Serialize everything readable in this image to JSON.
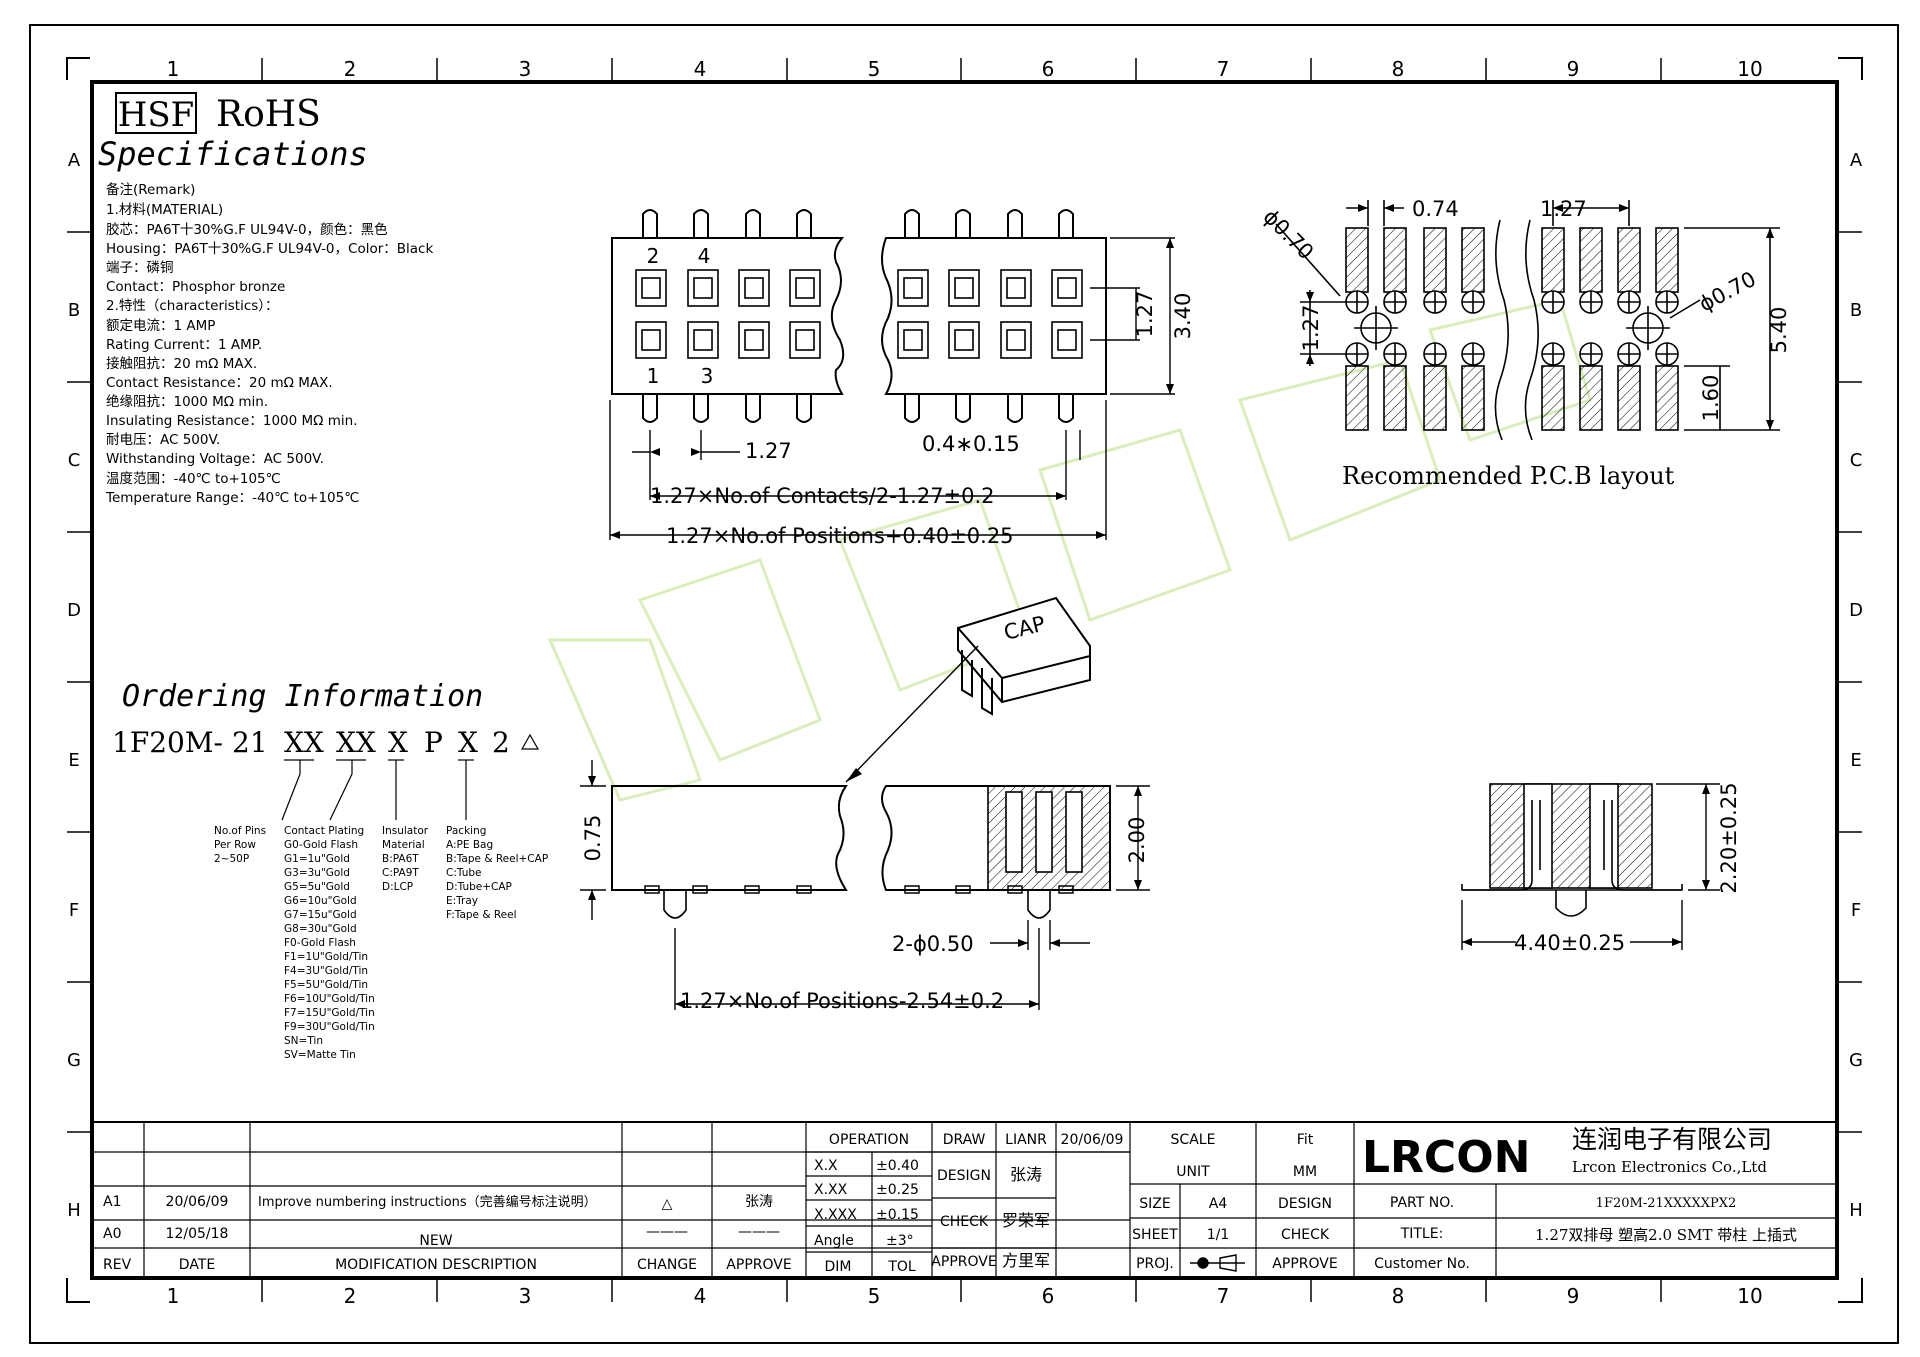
{
  "zones": {
    "cols": [
      "1",
      "2",
      "3",
      "4",
      "5",
      "6",
      "7",
      "8",
      "9",
      "10"
    ],
    "rows": [
      "A",
      "B",
      "C",
      "D",
      "E",
      "F",
      "G",
      "H"
    ]
  },
  "header": {
    "hsf": "HSF",
    "rohs": "RoHS",
    "title": "Specifications"
  },
  "remarks": [
    "备注(Remark)",
    "1.材料(MATERIAL)",
    "胶芯：PA6T十30%G.F UL94V-0，颜色：黑色",
    "Housing：PA6T十30%G.F UL94V-0，Color：Black",
    "端子：磷铜",
    "Contact：Phosphor bronze",
    "2.特性（characteristics）：",
    "额定电流：1 AMP",
    "Rating Current：1 AMP.",
    "接触阻抗：20 mΩ MAX.",
    "Contact Resistance：20 mΩ MAX.",
    "绝缘阻抗：1000 MΩ min.",
    "Insulating Resistance：1000 MΩ min.",
    "耐电压：AC 500V.",
    "Withstanding Voltage：AC 500V.",
    "温度范围：-40℃ to+105℃",
    "Temperature Range：-40℃ to+105℃"
  ],
  "top_view": {
    "pin_labels": [
      "2",
      "4",
      "1",
      "3"
    ],
    "dim_pitch": "1.27",
    "dim_tail": "0.4∗0.15",
    "dim_row": "1.27",
    "dim_height": "3.40",
    "dim_contacts": "1.27×No.of Contacts/2-1.27±0.2",
    "dim_positions": "1.27×No.of Positions+0.40±0.25"
  },
  "pcb_layout": {
    "dim_hole_left": "ϕ0.70",
    "dim_hole_right": "ϕ0.70",
    "dim_pad_width": "0.74",
    "dim_pitch": "1.27",
    "dim_row": "1.27",
    "dim_span": "5.40",
    "dim_pad_len": "1.60",
    "caption": "Recommended P.C.B layout"
  },
  "side_view": {
    "cap": "CAP",
    "dim_standoff": "0.75",
    "dim_height": "2.00",
    "dim_post": "2-ϕ0.50",
    "dim_posts_span": "1.27×No.of Positions-2.54±0.2"
  },
  "end_view": {
    "dim_height": "2.20±0.25",
    "dim_width": "4.40±0.25"
  },
  "ordering": {
    "title": "Ordering Information",
    "code": [
      "1F20M-",
      "21",
      "XX",
      "XX",
      "X",
      "P",
      "X",
      "2"
    ],
    "legend_pins": [
      "No.of Pins",
      "Per Row",
      "2~50P"
    ],
    "legend_plating": [
      "Contact Plating",
      "G0-Gold Flash",
      "G1=1u\"Gold",
      "G3=3u\"Gold",
      "G5=5u\"Gold",
      "G6=10u\"Gold",
      "G7=15u\"Gold",
      "G8=30u\"Gold",
      "F0-Gold Flash",
      "F1=1U\"Gold/Tin",
      "F4=3U\"Gold/Tin",
      "F5=5U\"Gold/Tin",
      "F6=10U\"Gold/Tin",
      "F7=15U\"Gold/Tin",
      "F9=30U\"Gold/Tin",
      "SN=Tin",
      "SV=Matte Tin"
    ],
    "legend_insulator": [
      "Insulator",
      "Material",
      "B:PA6T",
      "C:PA9T",
      "D:LCP"
    ],
    "legend_packing": [
      "Packing",
      "A:PE Bag",
      "B:Tape & Reel+CAP",
      "C:Tube",
      "D:Tube+CAP",
      "E:Tray",
      "F:Tape & Reel"
    ]
  },
  "title_block": {
    "revisions": [
      {
        "rev": "A1",
        "date": "20/06/09",
        "desc": "Improve numbering instructions（完善编号标注说明）",
        "change": "△",
        "approve": "张涛"
      },
      {
        "rev": "A0",
        "date": "12/05/18",
        "desc": "NEW",
        "change": "———",
        "approve": "———"
      }
    ],
    "rev_header": {
      "rev": "REV",
      "date": "DATE",
      "desc": "MODIFICATION DESCRIPTION",
      "change": "CHANGE",
      "approve": "APPROVE"
    },
    "operation": "OPERATION",
    "tolerances": [
      {
        "k": "X.X",
        "v": "±0.40"
      },
      {
        "k": "X.XX",
        "v": "±0.25"
      },
      {
        "k": "X.XXX",
        "v": "±0.15"
      },
      {
        "k": "Angle",
        "v": "±3°"
      }
    ],
    "dim": "DIM",
    "tol": "TOL",
    "draw": "DRAW",
    "draw_name": "LIANR",
    "draw_date": "20/06/09",
    "design": "DESIGN",
    "design_name": "张涛",
    "check": "CHECK",
    "check_name": "罗荣军",
    "approve": "APPROVE",
    "approve_name": "方里军",
    "scale": "SCALE",
    "scale_val": "Fit",
    "unit": "UNIT",
    "unit_val": "MM",
    "size": "SIZE",
    "size_val": "A4",
    "sheet": "SHEET",
    "sheet_val": "1/1",
    "proj": "PROJ.",
    "design2": "DESIGN",
    "check2": "CHECK",
    "approve2": "APPROVE",
    "company_logo": "LRCON",
    "company_cn": "连润电子有限公司",
    "company_en": "Lrcon Electronics Co.,Ltd",
    "part_no_label": "PART NO.",
    "part_no": "1F20M-21XXXXXPX2",
    "title_label": "TITLE:",
    "title": "1.27双排母 塑高2.0 SMT 带柱 上插式",
    "customer_label": "Customer No."
  },
  "colors": {
    "ink": "#000000",
    "watermark": "#d6ecb4",
    "logo": "#1a3fa6"
  }
}
